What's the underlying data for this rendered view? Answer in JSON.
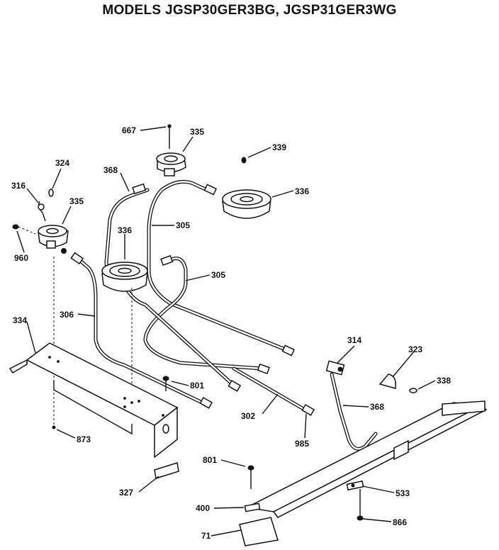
{
  "title": "MODELS JGSP30GER3BG, JGSP31GER3WG",
  "labels": {
    "p667": "667",
    "p335_top": "335",
    "p339": "339",
    "p324": "324",
    "p316": "316",
    "p335_left": "335",
    "p368_top": "368",
    "p336_right": "336",
    "p336_center": "336",
    "p305_upper": "305",
    "p305_lower": "305",
    "p960": "960",
    "p306": "306",
    "p334": "334",
    "p314": "314",
    "p323": "323",
    "p338": "338",
    "p801_mid": "801",
    "p302": "302",
    "p368_right": "368",
    "p873": "873",
    "p985": "985",
    "p801_low": "801",
    "p327": "327",
    "p533": "533",
    "p400": "400",
    "p866": "866",
    "p71": "71"
  }
}
